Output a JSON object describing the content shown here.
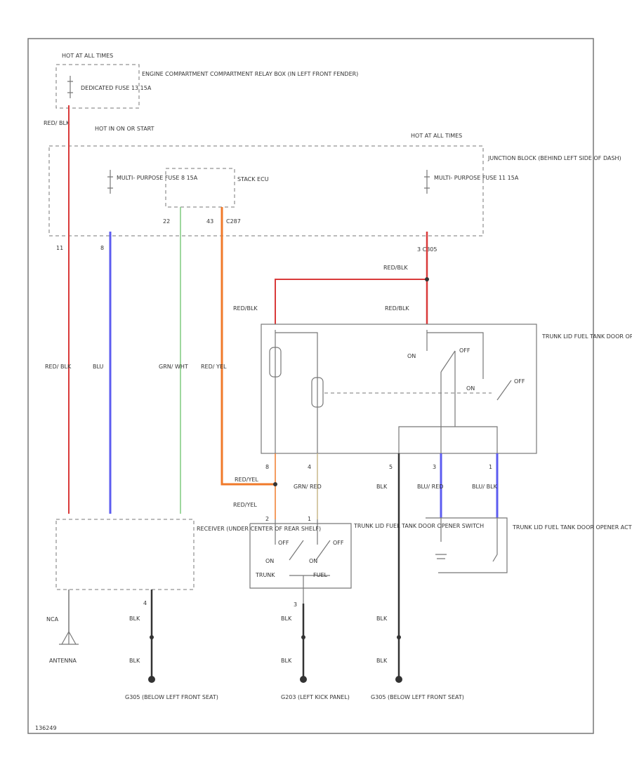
{
  "colors": {
    "red": "#d93a3a",
    "blue": "#5c5cf0",
    "green": "#7fcc7f",
    "orange": "#f07a2a",
    "tan": "#c9b88a",
    "black": "#333333",
    "frame": "#777777"
  },
  "labels": {
    "hot_at_all_times_top": "HOT AT ALL TIMES",
    "dedicated_fuse": "DEDICATED FUSE 13 15A",
    "engine_comp_box": "ENGINE COMPARTMENT COMPARTMENT RELAY BOX (IN LEFT FRONT FENDER)",
    "red_blk_top": "RED/ BLK",
    "hot_in_on_or_start": "HOT IN ON OR START",
    "hot_at_all_times_right": "HOT AT ALL TIMES",
    "multi_purpose_fuse_8": "MULTI- PURPOSE FUSE 8 15A",
    "stack_ecu": "STACK ECU",
    "multi_purpose_fuse_11": "MULTI- PURPOSE FUSE 11 15A",
    "junction_block": "JUNCTION BLOCK (BEHIND LEFT SIDE OF DASH)",
    "pin_11": "11",
    "pin_8": "8",
    "pin_22": "22",
    "pin_43": "43",
    "c287": "C287",
    "pin_3_c305": "3 C305",
    "red_blk_wire": "RED/ BLK",
    "blu_wire": "BLU",
    "grn_wht_wire": "GRN/ WHT",
    "red_yel_wire": "RED/ YEL",
    "red_blk_j1": "RED/BLK",
    "red_blk_j2": "RED/BLK",
    "red_blk_j3": "RED/BLK",
    "relay_on": "ON",
    "relay_off1": "OFF",
    "relay_on2": "ON",
    "relay_off2": "OFF",
    "trunk_lid_relay": "TRUNK LID FUEL TANK DOOR OPENER RELAY (IN LEFT SIDE OF LUGGAGE COMPT.)",
    "pin_r8": "8",
    "pin_r4": "4",
    "pin_r5": "5",
    "pin_r3": "3",
    "pin_r1": "1",
    "red_yel_j": "RED/YEL",
    "grn_red": "GRN/ RED",
    "blk_r5": "BLK",
    "blu_red": "BLU/ RED",
    "blu_blk": "BLU/ BLK",
    "red_yel_2": "RED/YEL",
    "pin_s2": "2",
    "pin_s1": "1",
    "sw_off1": "OFF",
    "sw_off2": "OFF",
    "sw_on1": "ON",
    "sw_on2": "ON",
    "sw_trunk": "TRUNK",
    "sw_fuel": "FUEL",
    "trunk_lid_switch": "TRUNK LID FUEL TANK DOOR OPENER SWITCH",
    "actuator": "TRUNK LID FUEL TANK DOOR OPENER ACTUATOR (RIGHT SIDE OF LUGGAGE COMPARTMENT)",
    "receiver": "RECEIVER (UNDER CENTER OF REAR SHELF)",
    "pin_rec4": "4",
    "nca": "NCA",
    "antenna": "ANTENNA",
    "blk_g1a": "BLK",
    "blk_g1b": "BLK",
    "pin_sw3": "3",
    "blk_g2a": "BLK",
    "blk_g2b": "BLK",
    "blk_g3a": "BLK",
    "blk_g3b": "BLK",
    "g1": "G305 (BELOW LEFT FRONT SEAT)",
    "g2": "G203 (LEFT KICK PANEL)",
    "g3": "G305 (BELOW LEFT FRONT SEAT)",
    "figure_id": "136249"
  }
}
